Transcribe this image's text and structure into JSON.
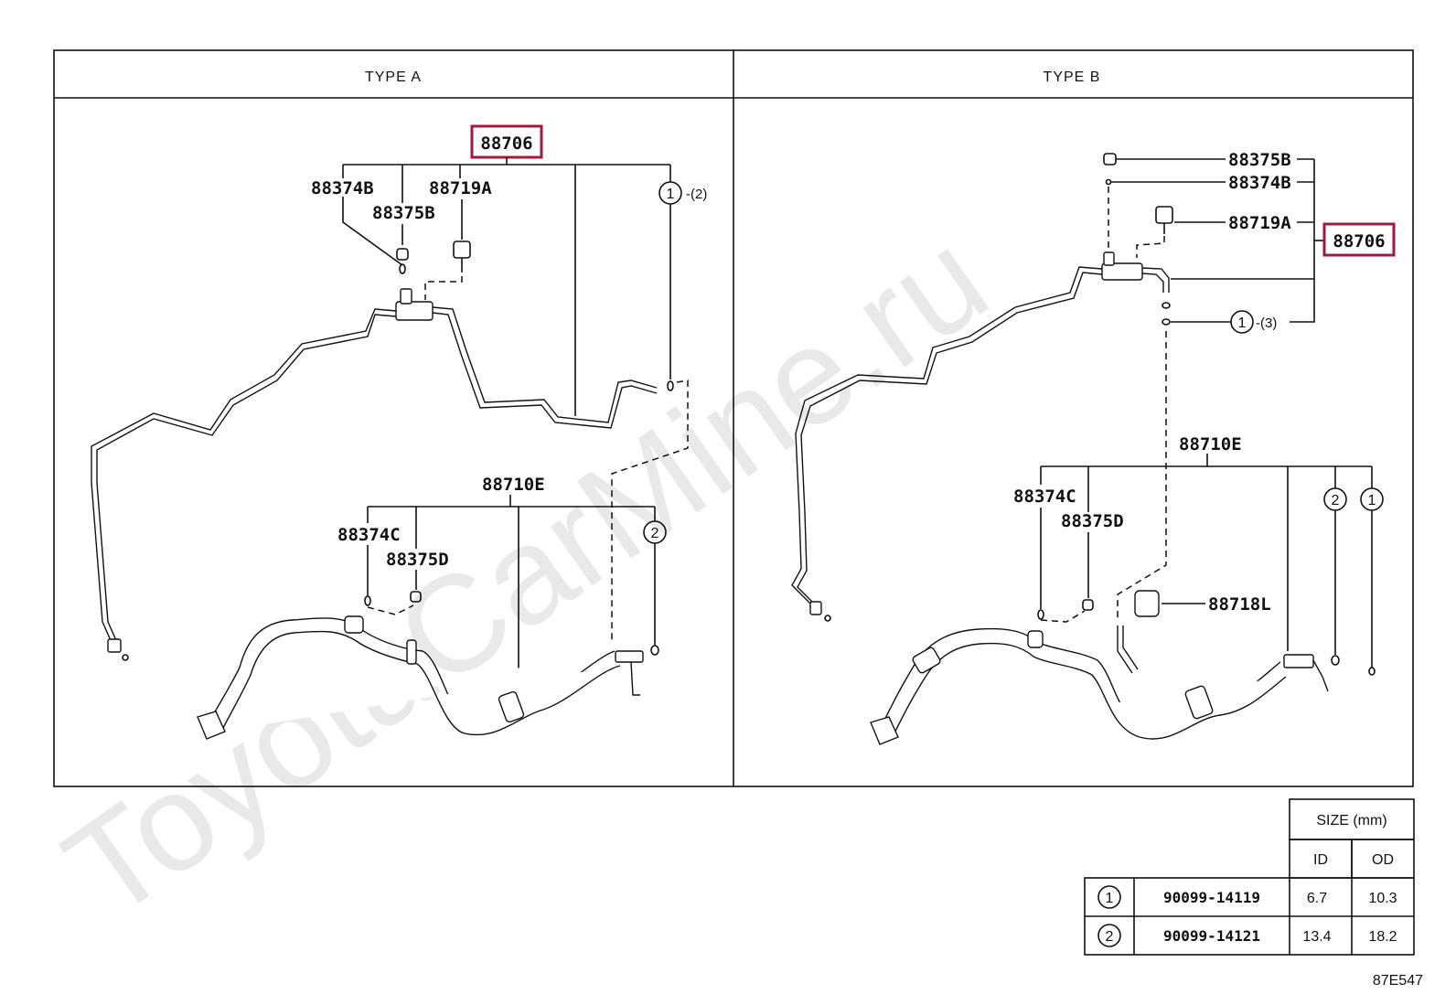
{
  "watermark": "ToyotaCarMine.ru",
  "panels": {
    "a": {
      "title": "TYPE A",
      "labels": {
        "assy": "88706",
        "part_374b": "88374B",
        "part_375b": "88375B",
        "part_719a": "88719A",
        "hose": "88710E",
        "part_374c": "88374C",
        "part_375d": "88375D"
      },
      "oring_ref": "1",
      "oring_qty": "-(2)",
      "oring_ref2": "2"
    },
    "b": {
      "title": "TYPE B",
      "labels": {
        "part_375b": "88375B",
        "part_374b": "88374B",
        "part_719a": "88719A",
        "assy": "88706",
        "hose": "88710E",
        "part_374c": "88374C",
        "part_375d": "88375D",
        "part_718l": "88718L"
      },
      "oring_ref": "1",
      "oring_qty": "-(3)",
      "oring_ref2": "2",
      "oring_ref3": "1"
    }
  },
  "size_table": {
    "title": "SIZE (mm)",
    "col_id": "ID",
    "col_od": "OD",
    "rows": [
      {
        "ref": "1",
        "part_no": "90099-14119",
        "id": "6.7",
        "od": "10.3"
      },
      {
        "ref": "2",
        "part_no": "90099-14121",
        "id": "13.4",
        "od": "18.2"
      }
    ]
  },
  "figure_code": "87E547",
  "colors": {
    "highlight": "#9b1d3c",
    "watermark": "#e9e9e9"
  }
}
